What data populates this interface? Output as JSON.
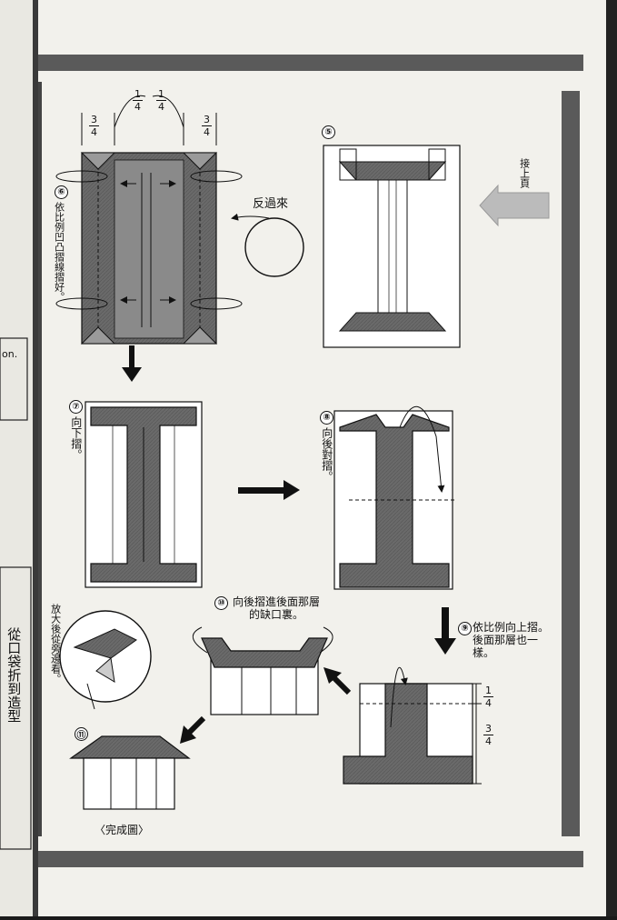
{
  "page": {
    "accent_bar_color": "#5a5a5a",
    "paper_color": "#f2f1ec",
    "fold_paper_color": "#6e6e6e"
  },
  "continue_note": "接上頁",
  "steps": [
    {
      "num": "⑤",
      "text": ""
    },
    {
      "num": "⑥",
      "text": "依比例凹凸摺線摺好。"
    },
    {
      "num": "⑦",
      "text": "向下摺。"
    },
    {
      "num": "⑧",
      "text": "向後對摺。"
    },
    {
      "num": "⑨",
      "text": "依比例向上摺。後面那層也一樣。"
    },
    {
      "num": "⑩",
      "text": "向後摺進後面那層的缺口裏。"
    },
    {
      "num": "⑪",
      "text": ""
    }
  ],
  "flip_label": "反過來",
  "zoom_note": "放大後從旁邊看。",
  "final_caption": "〈完成圖〉",
  "fractions": {
    "step6_top": [
      "3/4",
      "1/4",
      "1/4",
      "3/4"
    ],
    "step9_side": [
      "1/4",
      "3/4"
    ]
  },
  "left_fragment": {
    "text_on": "on.",
    "vertical_chars": "從口袋折到造型"
  },
  "icons": [
    "arrow-down-icon",
    "arrow-right-icon",
    "arrow-diag-icon",
    "continue-arrow-icon",
    "flip-circle-icon"
  ]
}
